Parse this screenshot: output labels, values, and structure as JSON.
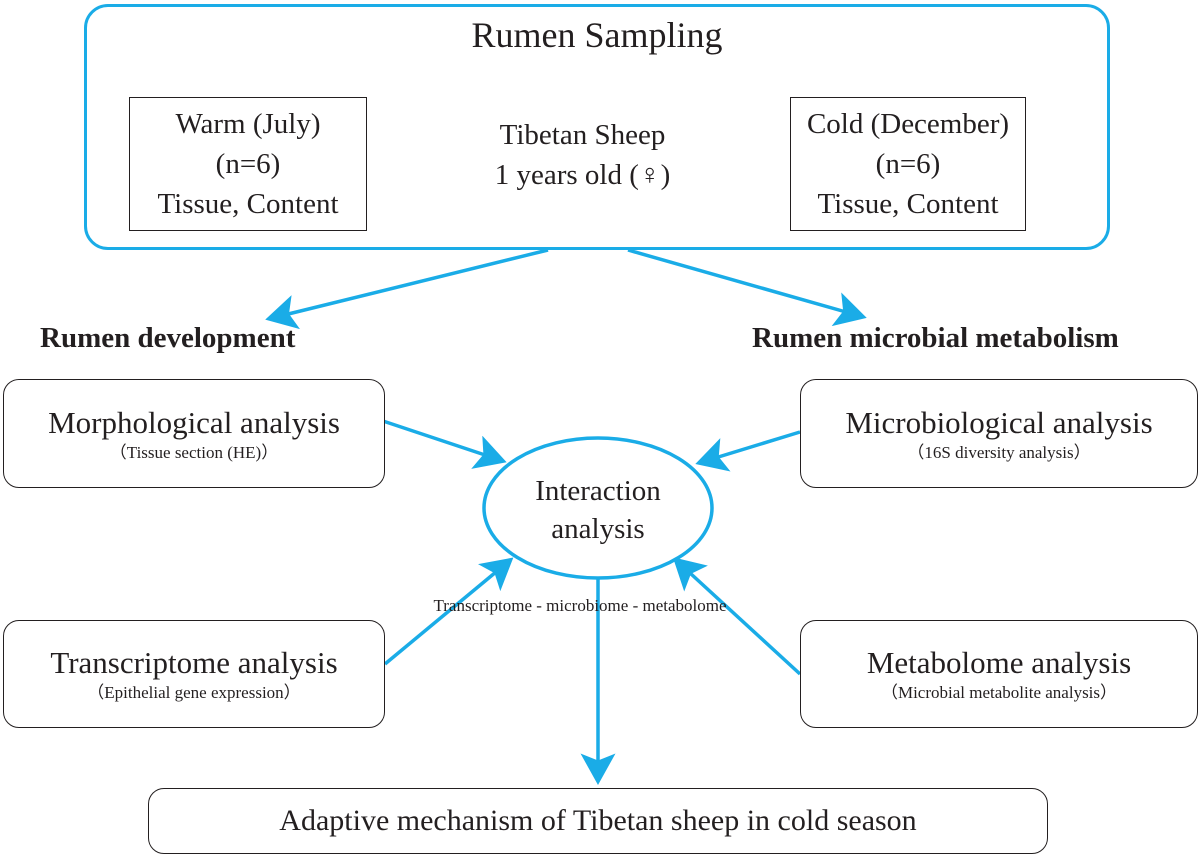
{
  "colors": {
    "accent": "#1aace7",
    "text": "#231f20",
    "background": "#ffffff"
  },
  "sampling": {
    "title": "Rumen Sampling",
    "warm": {
      "line1": "Warm (July)",
      "line2": "(n=6)",
      "line3": "Tissue, Content"
    },
    "center": {
      "line1": "Tibetan Sheep",
      "line2": "1 years old (♀)"
    },
    "cold": {
      "line1": "Cold (December)",
      "line2": "(n=6)",
      "line3": "Tissue, Content"
    }
  },
  "branches": {
    "left": "Rumen development",
    "right": "Rumen microbial metabolism"
  },
  "analyses": {
    "morphological": {
      "title": "Morphological analysis",
      "subtitle": "（Tissue section (HE)）"
    },
    "microbiological": {
      "title": "Microbiological analysis",
      "subtitle": "（16S diversity analysis）"
    },
    "transcriptome": {
      "title": "Transcriptome analysis",
      "subtitle": "（Epithelial gene expression）"
    },
    "metabolome": {
      "title": "Metabolome analysis",
      "subtitle": "（Microbial metabolite analysis）"
    }
  },
  "interaction": {
    "line1": "Interaction",
    "line2": "analysis",
    "omics_label": "Transcriptome - microbiome - metabolome"
  },
  "outcome": "Adaptive mechanism of Tibetan sheep in cold season"
}
